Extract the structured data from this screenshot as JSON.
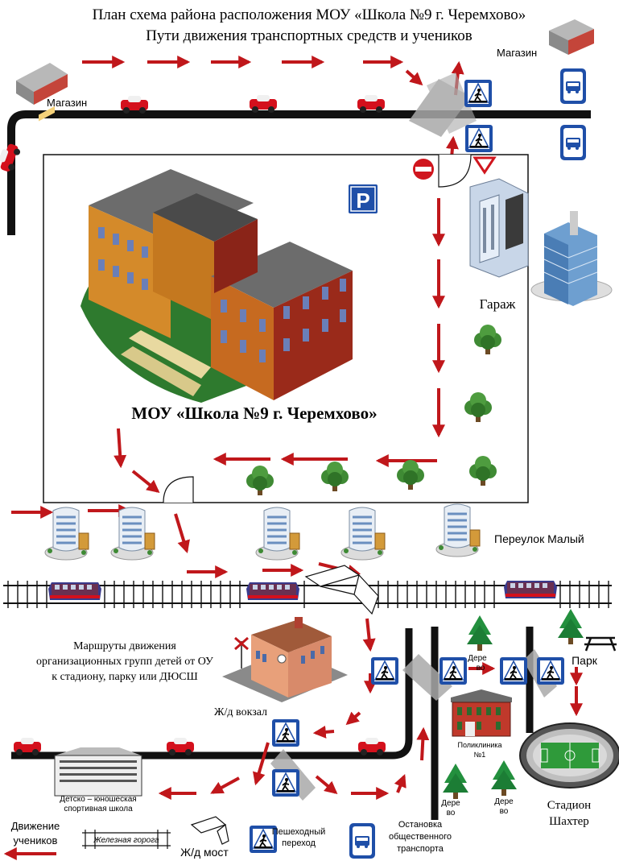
{
  "title": {
    "line1": "План схема района расположения МОУ «Школа №9 г. Черемхово»",
    "line2": "Пути движения транспортных средств и учеников"
  },
  "labels": {
    "shop_left": "Магазин",
    "shop_right": "Магазин",
    "school_name": "МОУ «Школа №9 г. Черемхово»",
    "garage": "Гараж",
    "lane": "Переулок Малый",
    "routes_note": [
      "Маршруты движения",
      "организационных групп детей от ОУ",
      "к стадиону, парку или ДЮСШ"
    ],
    "railway_station": "Ж/д вокзал",
    "park": "Парк",
    "tree_a": [
      "Дере",
      "во"
    ],
    "tree_b": [
      "Дере",
      "во"
    ],
    "tree_c": [
      "Дере",
      "во"
    ],
    "clinic": [
      "Поликлиника",
      "№1"
    ],
    "stadium": [
      "Стадион",
      "Шахтер"
    ],
    "sports_school": [
      "Детско – юношеская",
      "спортивная школа"
    ]
  },
  "legend": {
    "students_movement": [
      "Движение",
      "учеников"
    ],
    "railway": "Железная горога",
    "rail_bridge": "Ж/д мост",
    "crosswalk": [
      "Пешеходный",
      "переход"
    ],
    "bus_stop": [
      "Остановка",
      "общественного",
      "транспорта"
    ]
  },
  "signs": {
    "parking": "P"
  },
  "colors": {
    "arrow": "#c0171b",
    "road": "#111111",
    "sign_blue": "#1f4fa8",
    "car": "#d4101c",
    "tree": "#3c7d2c",
    "fir": "#1f8a3a",
    "train": "#3a3a8c"
  }
}
